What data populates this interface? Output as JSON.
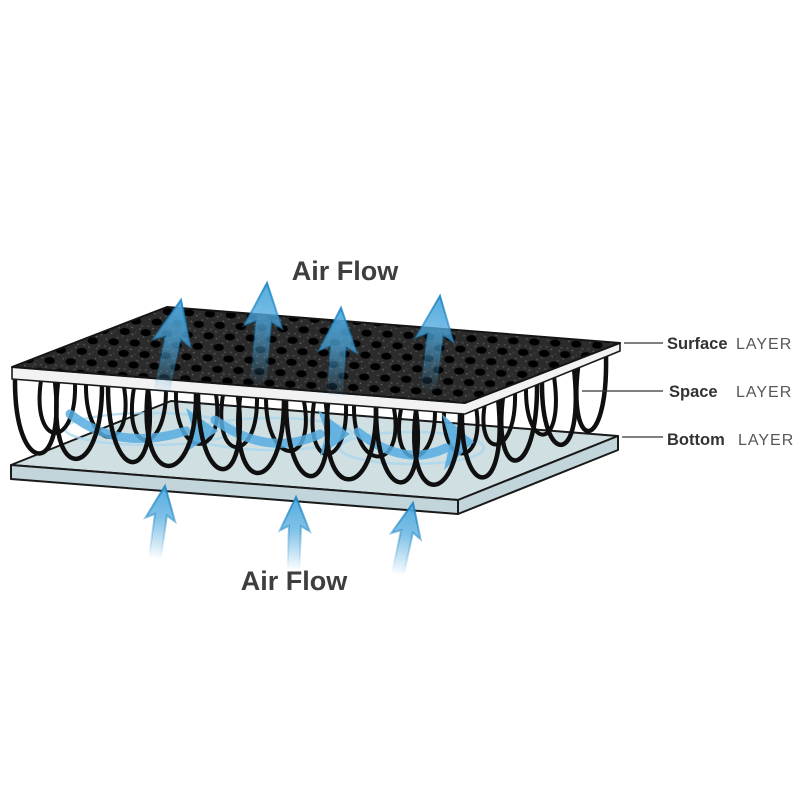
{
  "titles": {
    "air_flow_top": "Air Flow",
    "air_flow_bottom": "Air Flow"
  },
  "labels": {
    "surface": {
      "word": "Surface",
      "type": "LAYER"
    },
    "space": {
      "word": "Space",
      "type": "LAYER"
    },
    "bottom": {
      "word": "Bottom",
      "type": "LAYER"
    }
  },
  "colors": {
    "arrow_blue": "#4FA9DE",
    "arrow_outline": "#1E86C2",
    "circulation_blue": "#57ADE0",
    "mesh_dark": "#2B2B2B",
    "mesh_hole": "#000000",
    "surface_side": "#F2F2F2",
    "bottom_layer_top": "#CFDFE2",
    "bottom_layer_side": "#C2D5DA",
    "yarn_black": "#0F0F0F",
    "text_dark": "#3E3E3E",
    "text_sub": "#575757"
  }
}
